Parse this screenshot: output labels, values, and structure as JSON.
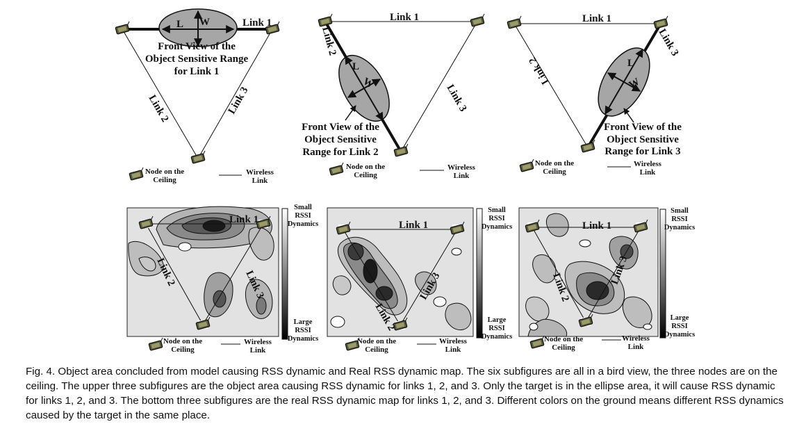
{
  "figure": {
    "top_panels": [
      {
        "link_labels": [
          "Link 1",
          "Link 2",
          "Link 3"
        ],
        "ellipse_axes": [
          "L",
          "W"
        ],
        "ellipse_caption": [
          "Front View of the",
          "Object Sensitive Range",
          "for Link 1"
        ]
      },
      {
        "link_labels": [
          "Link 1",
          "Link 2",
          "Link 3"
        ],
        "ellipse_axes": [
          "L",
          "W"
        ],
        "ellipse_caption": [
          "Front View of the",
          "Object Sensitive",
          "Range for Link 2"
        ]
      },
      {
        "link_labels": [
          "Link 1",
          "Link 2",
          "Link 3"
        ],
        "ellipse_axes": [
          "L",
          "W"
        ],
        "ellipse_caption": [
          "Front View of the",
          "Object Sensitive",
          "Range for Link 3"
        ]
      }
    ],
    "bottom_panels": [
      {
        "link_labels": [
          "Link 1",
          "Link 2",
          "Link 3"
        ]
      },
      {
        "link_labels": [
          "Link 1",
          "Link 2",
          "Link 3"
        ]
      },
      {
        "link_labels": [
          "Link 1",
          "Link 2",
          "Link 3"
        ]
      }
    ],
    "legend": {
      "node_label": [
        "Node on the",
        "Ceiling"
      ],
      "link_label": [
        "Wireless",
        "Link"
      ]
    },
    "colorbar": {
      "top_label": [
        "Small",
        "RSSI",
        "Dynamics"
      ],
      "bottom_label": [
        "Large",
        "RSSI",
        "Dynamics"
      ]
    },
    "colors": {
      "ink": "#111111",
      "ellipse_fill": "#a6a6a6",
      "map_light": "#e2e2e2",
      "map_dark": "#1a1a1a"
    }
  },
  "caption": "Fig. 4. Object area concluded from model causing RSS dynamic and Real RSS dynamic map. The six subfigures are all in a bird view, the three nodes are on the ceiling. The upper three subfigures are the object area causing RSS dynamic for links 1, 2, and 3. Only the target is in the ellipse area, it will cause RSS dynamic for links 1, 2, and 3. The bottom three subfigures are the real RSS dynamic map for links 1, 2, and 3. Different colors on the ground means different RSS dynamics caused by the target in the same place."
}
